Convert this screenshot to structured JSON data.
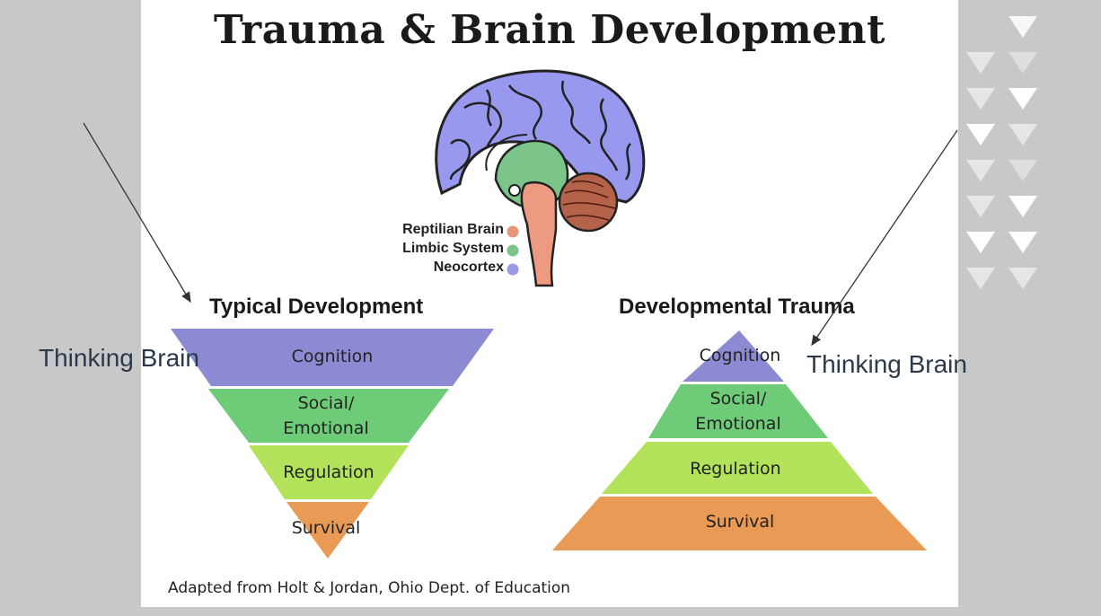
{
  "diagram": {
    "title": "Trauma & Brain Development",
    "legend": [
      {
        "label": "Reptilian Brain",
        "color": "#e8957a"
      },
      {
        "label": "Limbic System",
        "color": "#7cc58a"
      },
      {
        "label": "Neocortex",
        "color": "#9a9ae6"
      }
    ],
    "typical": {
      "heading": "Typical Development",
      "levels": [
        "Cognition",
        "Social/\nEmotional",
        "Regulation",
        "Survival"
      ]
    },
    "trauma": {
      "heading": "Developmental Trauma",
      "levels": [
        "Cognition",
        "Social/\nEmotional",
        "Regulation",
        "Survival"
      ]
    },
    "level_colors": [
      "#8d8ad4",
      "#6ecc78",
      "#b2e35a",
      "#e99a55"
    ],
    "credit": "Adapted from Holt & Jordan, Ohio Dept. of Education"
  },
  "annotations": {
    "left": "Thinking Brain",
    "right": "Thinking Brain"
  }
}
